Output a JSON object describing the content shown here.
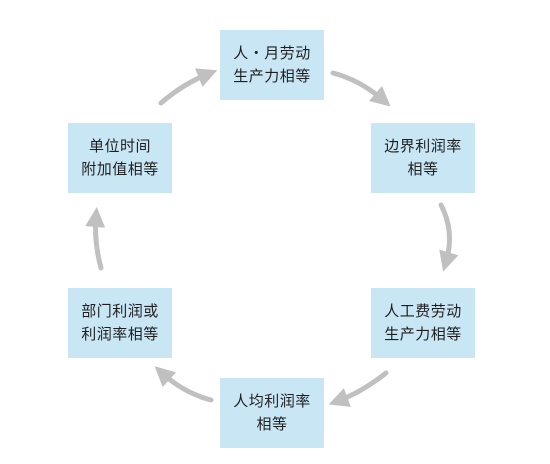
{
  "nodes": [
    {
      "id": "labor-productivity-equal",
      "lines": [
        "人・月劳动",
        "生产力相等"
      ]
    },
    {
      "id": "marginal-profit-equal",
      "lines": [
        "边界利润率",
        "相等"
      ]
    },
    {
      "id": "labor-cost-productivity-equal",
      "lines": [
        "人工费劳动",
        "生产力相等"
      ]
    },
    {
      "id": "average-profit-equal",
      "lines": [
        "人均利润率",
        "相等"
      ]
    },
    {
      "id": "department-profit-equal",
      "lines": [
        "部门利润或",
        "利润率相等"
      ]
    },
    {
      "id": "hourly-value-added-equal",
      "lines": [
        "单位时间",
        "附加值相等"
      ]
    }
  ],
  "colors": {
    "node_fill": "#c9e6f5",
    "text": "#1f1f1f",
    "arrow": "#c0c0c0"
  },
  "flow": "clockwise"
}
